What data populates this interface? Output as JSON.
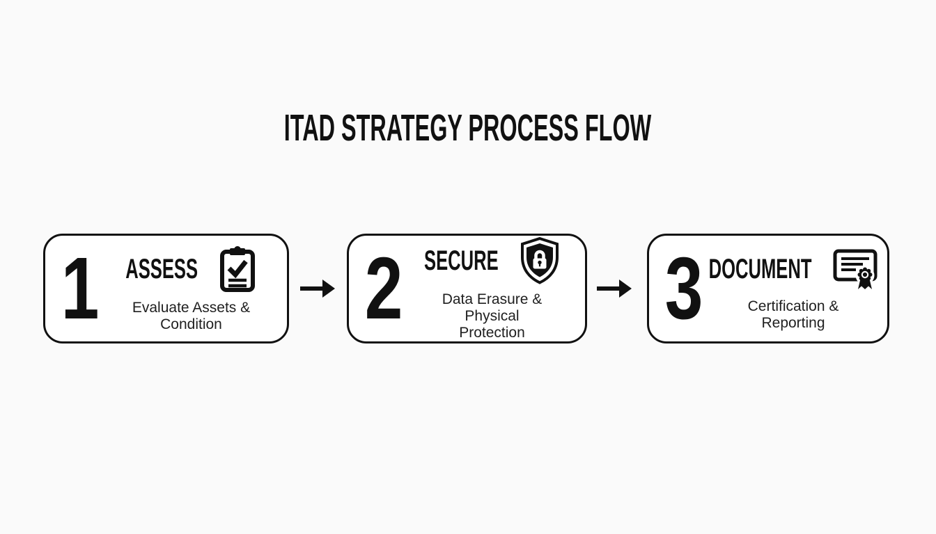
{
  "colors": {
    "bg": "#fafafa",
    "panel": "#ffffff",
    "ink": "#111111",
    "subink": "#1f1f1f"
  },
  "title": "ITAD STRATEGY PROCESS FLOW",
  "steps": [
    {
      "number": "1",
      "title": "ASSESS",
      "subtitle": "Evaluate Assets &\nCondition",
      "icon": "clipboard-check-icon"
    },
    {
      "number": "2",
      "title": "SECURE",
      "subtitle": "Data Erasure & Physical\nProtection",
      "icon": "shield-lock-icon"
    },
    {
      "number": "3",
      "title": "DOCUMENT",
      "subtitle": "Certification &\nReporting",
      "icon": "certificate-award-icon"
    }
  ],
  "connectors": [
    {
      "icon": "arrow-right-icon"
    },
    {
      "icon": "arrow-right-icon"
    }
  ]
}
